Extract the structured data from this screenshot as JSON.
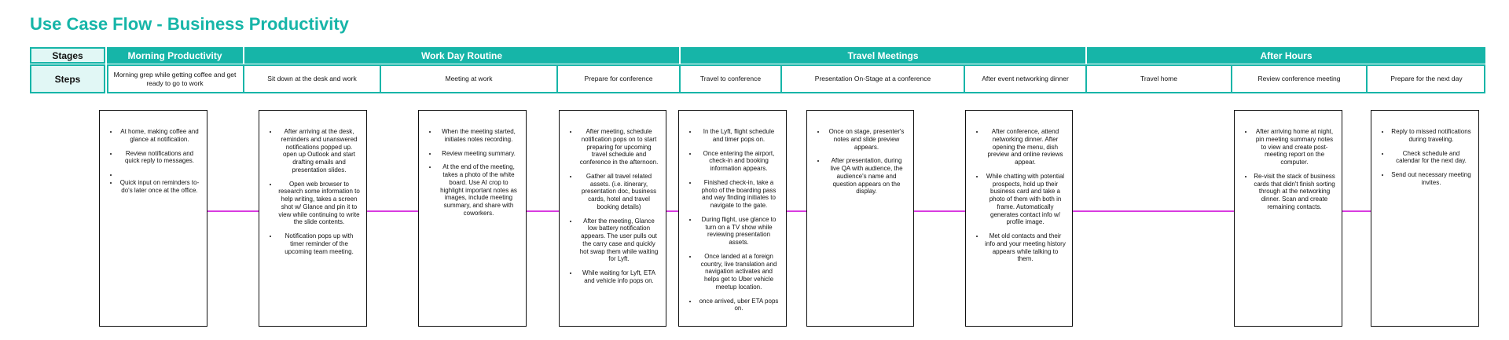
{
  "title": "Use Case Flow - Business Productivity",
  "labels": {
    "stages": "Stages",
    "steps": "Steps"
  },
  "stages": [
    "Morning Productivity",
    "Work Day Routine",
    "Travel Meetings",
    "After Hours"
  ],
  "steps": [
    "Morning grep while getting coffee and get ready to go to work",
    "Sit down at the desk and work",
    "Meeting at work",
    "Prepare for conference",
    "Travel to conference",
    "Presentation On-Stage at a conference",
    "After event networking dinner",
    "Travel home",
    "Review conference meeting",
    "Prepare for the next day"
  ],
  "cards": [
    [
      "At home, making coffee and glance at notification.",
      "Review notifications and quick reply to messages.",
      "",
      "Quick input on reminders to-do's later once at the office."
    ],
    [
      "After arriving at the desk, reminders and unanswered notifications popped up. open up Outlook and start drafting emails and presentation slides.",
      "Open web browser to research some information to help writing, takes a screen shot w/ Glance and pin it to view while continuing to write the slide contents.",
      "Notification pops up with timer reminder of the upcoming team meeting."
    ],
    [
      "When the meeting started, initiates notes recording.",
      "Review meeting summary.",
      "At the end of the meeting, takes a photo of the white board. Use AI crop to highlight important notes as images, include meeting summary, and share with coworkers."
    ],
    [
      "After meeting, schedule notification pops on to start preparing for upcoming travel schedule and conference in the afternoon.",
      "Gather all travel related assets. (i.e. itinerary, presentation doc, business cards, hotel and travel booking details)",
      "After the meeting, Glance low battery notification appears. The user pulls out the carry case and quickly hot swap them while waiting for Lyft.",
      "While waiting for Lyft, ETA and vehicle info pops on."
    ],
    [
      "In the Lyft, flight schedule and timer pops on.",
      "Once entering the airport, check-in and booking information appears.",
      "Finished check-in, take a photo of the boarding pass and way finding initiates to navigate to the gate.",
      "During flight, use glance to turn on a TV show while reviewing presentation assets.",
      "Once landed at a foreign country, live translation and navigation activates and helps get to Uber vehicle meetup location.",
      "once arrived, uber ETA pops on."
    ],
    [
      "Once on stage, presenter's notes and slide preview appears.",
      "After presentation, during live QA with audience, the audience's name and question appears on the display."
    ],
    [
      "After conference, attend networking dinner. After opening the menu, dish preview and online reviews appear.",
      "While chatting with potential prospects, hold up their business card and take a photo of them with both in frame. Automatically generates contact info w/ profile image.",
      "Met old contacts and their info and your meeting history appears while talking to them."
    ],
    [
      "After arriving home at night, pin meeting summary notes to view and create post-meeting report on the computer.",
      "Re-visit the stack of business cards that didn't finish sorting through at the networking dinner. Scan and create remaining contacts."
    ],
    [
      "Reply to missed notifications during traveling.",
      "Check schedule and calendar for the next day.",
      "Send out necessary meeting invites."
    ]
  ],
  "colors": {
    "accent": "#16b5a8",
    "label_bg": "#e1f7f5",
    "connector": "#d83be0",
    "card_border": "#111111"
  }
}
